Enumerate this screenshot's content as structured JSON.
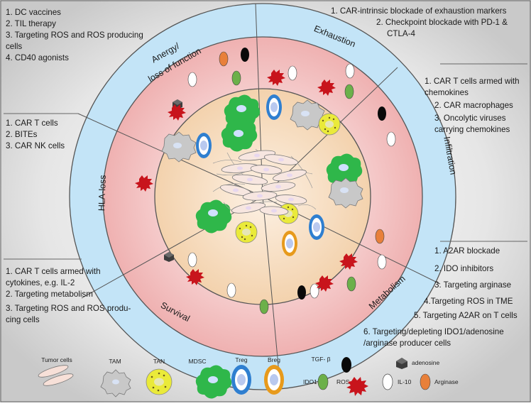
{
  "ring_labels": {
    "exhaustion": "Exhaustion",
    "anergy_line1": "Anergy/",
    "anergy_line2": "loss of function",
    "hla": "HLA-loss",
    "survival": "Survival",
    "metabolism": "Metabolism",
    "infiltration": "Infiltration"
  },
  "corners": {
    "top_left": [
      "1. DC vaccines",
      "2. TIL therapy",
      "3. Targeting ROS and ROS producing",
      "cells",
      "4. CD40 agonists"
    ],
    "top_right": [
      "1. CAR-intrinsic blockade of exhaustion markers",
      "2. Checkpoint blockade with PD-1 &",
      "CTLA-4"
    ],
    "mid_left": [
      "1. CAR T cells",
      "2. BITEs",
      "3. CAR NK cells"
    ],
    "mid_right": [
      "1. CAR T cells armed with",
      "chemokines",
      "2. CAR macrophages",
      "3. Oncolytic viruses",
      "carrying chemokines"
    ],
    "bottom_left": [
      "1. CAR T cells armed with",
      "cytokines, e.g. IL-2",
      "2. Targeting metabolism",
      "3. Targeting ROS and ROS produ-",
      "cing cells"
    ],
    "bottom_right": [
      "1. A2AR blockade",
      "2. IDO inhibitors",
      "3. Targeting arginase",
      "4.Targeting ROS in TME",
      "5. Targeting A2AR on T cells",
      "6. Targeting/depleting IDO1/adenosine",
      "/arginase producer cells"
    ]
  },
  "legend": {
    "tumor": "Tumor cells",
    "tam": "TAM",
    "tan": "TAN",
    "mdsc": "MDSC",
    "treg": "Treg",
    "breg": "Breg",
    "tgfb": "TGF- β",
    "adenosine": "adenosine",
    "ido1": "IDO1",
    "ros": "ROS",
    "il10": "IL-10",
    "arginase": "Arginase"
  },
  "colors": {
    "outer_ring": "#c3e4f7",
    "middle_ring": "#f3c0c0",
    "inner_core": "#f6dcbf",
    "treg_ring": "#2f7fd0",
    "breg_ring": "#e79a1c",
    "mdsc": "#2fb74a",
    "tan": "#eaea3a",
    "ros": "#c8141c",
    "ido1": "#6cb04a",
    "arginase": "#e8803a"
  }
}
